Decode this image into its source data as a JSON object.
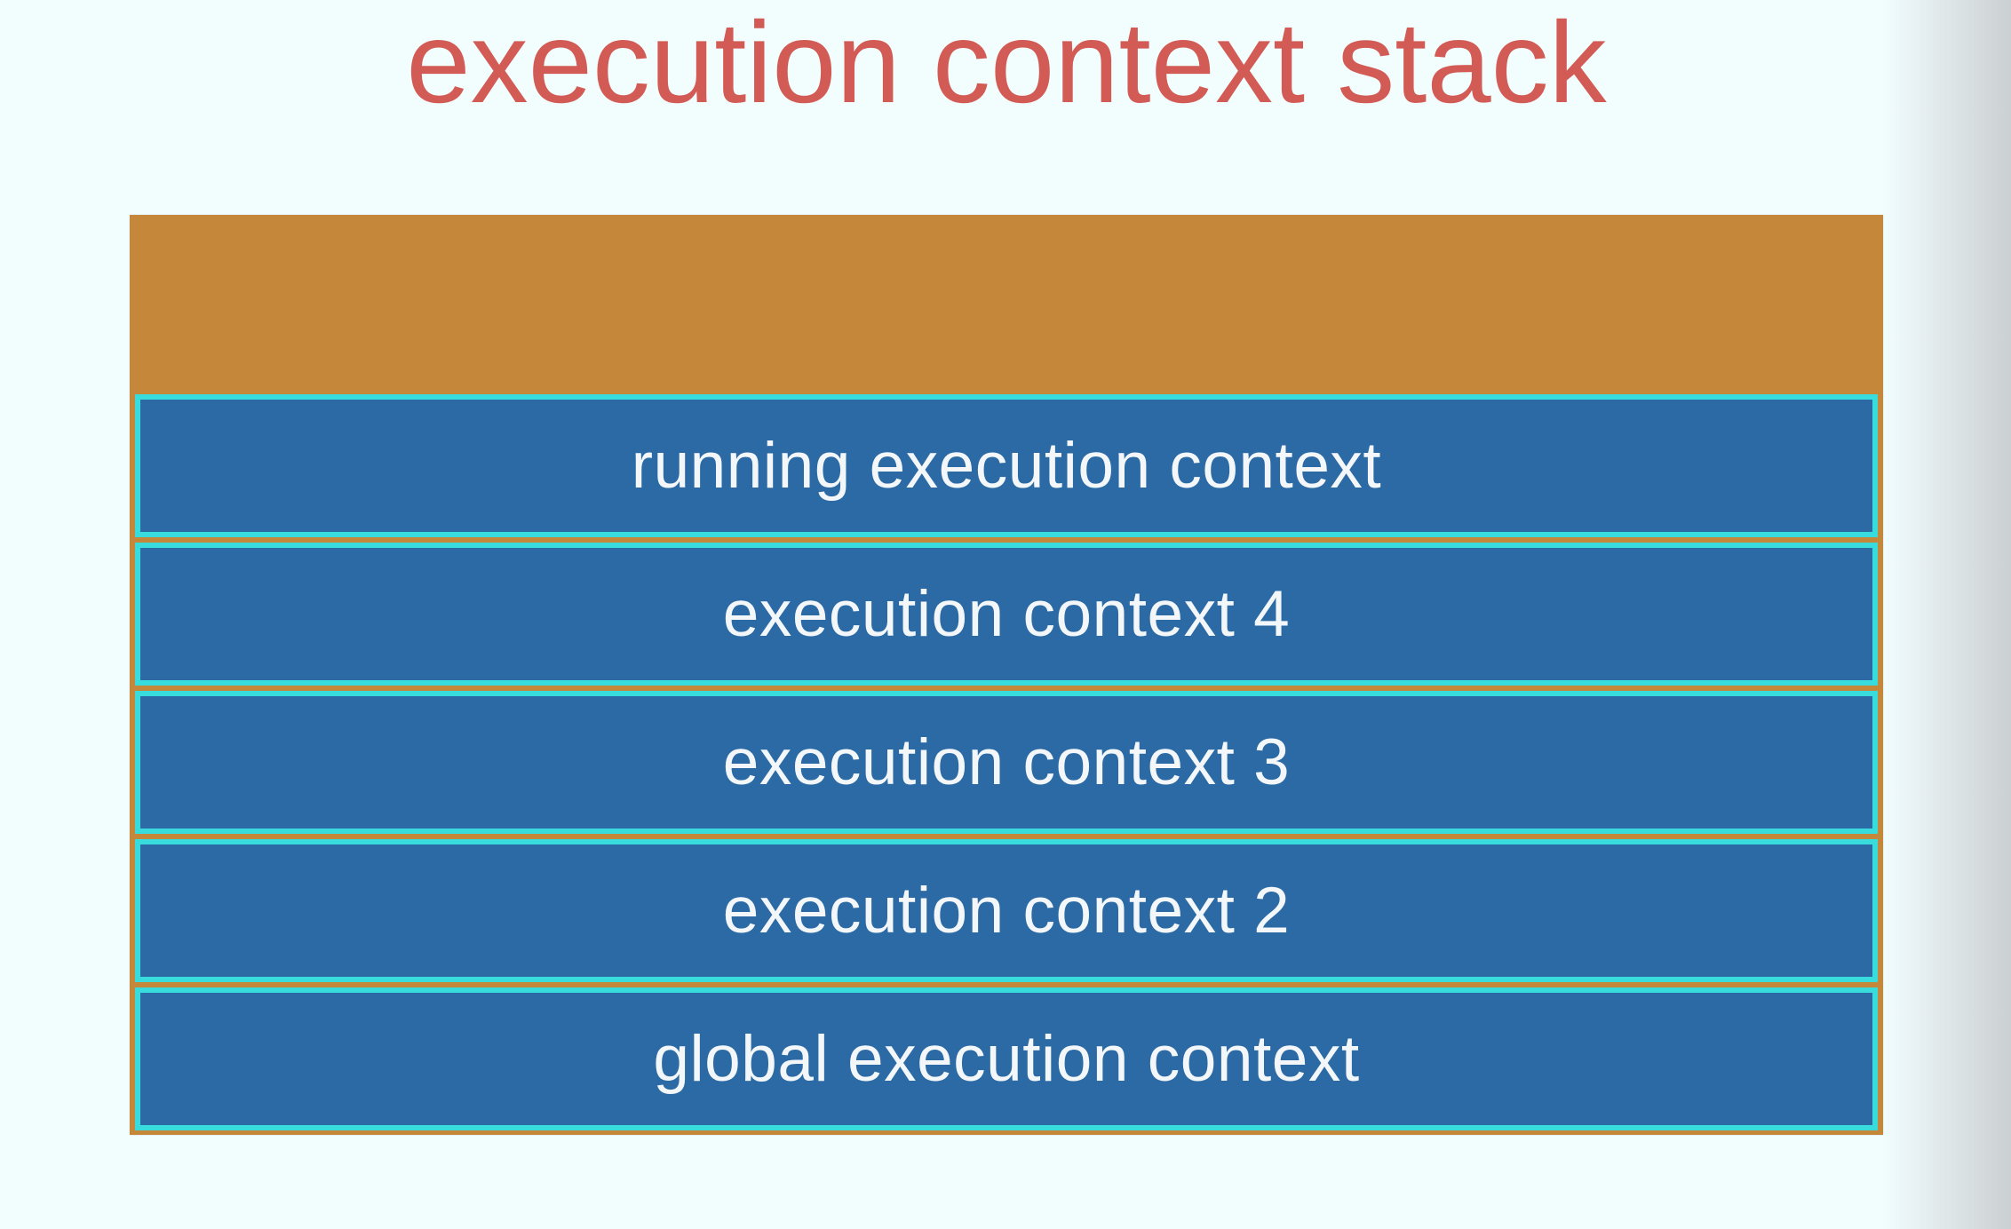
{
  "page": {
    "background_color": "#f2fdfe",
    "edge_gradient_color": "#cbd0d2"
  },
  "title": {
    "text": "execution context stack",
    "color": "#d25c55"
  },
  "stack": {
    "container_color": "#c5883a",
    "bar_fill_color": "#2b6aa5",
    "bar_border_color": "#38dcdd",
    "bar_text_color": "#f3f7f9",
    "bars": [
      {
        "label": "running execution context"
      },
      {
        "label": "execution context 4"
      },
      {
        "label": "execution context 3"
      },
      {
        "label": "execution context 2"
      },
      {
        "label": "global execution context"
      }
    ]
  }
}
